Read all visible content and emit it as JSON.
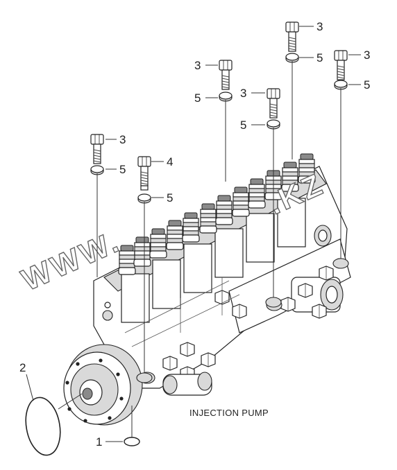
{
  "caption": "INJECTION PUMP",
  "watermark": "WWW.         .KZ",
  "callouts": [
    {
      "id": "o-ring-seal",
      "label": "1"
    },
    {
      "id": "drive-o-ring",
      "label": "2"
    },
    {
      "id": "bolt-a",
      "label": "3"
    },
    {
      "id": "bolt-b",
      "label": "3"
    },
    {
      "id": "bolt-c",
      "label": "3"
    },
    {
      "id": "bolt-d",
      "label": "3"
    },
    {
      "id": "bolt-e",
      "label": "3"
    },
    {
      "id": "bolt-long",
      "label": "4"
    },
    {
      "id": "washer-a",
      "label": "5"
    },
    {
      "id": "washer-b",
      "label": "5"
    },
    {
      "id": "washer-c",
      "label": "5"
    },
    {
      "id": "washer-d",
      "label": "5"
    },
    {
      "id": "washer-e",
      "label": "5"
    },
    {
      "id": "washer-f",
      "label": "5"
    }
  ]
}
